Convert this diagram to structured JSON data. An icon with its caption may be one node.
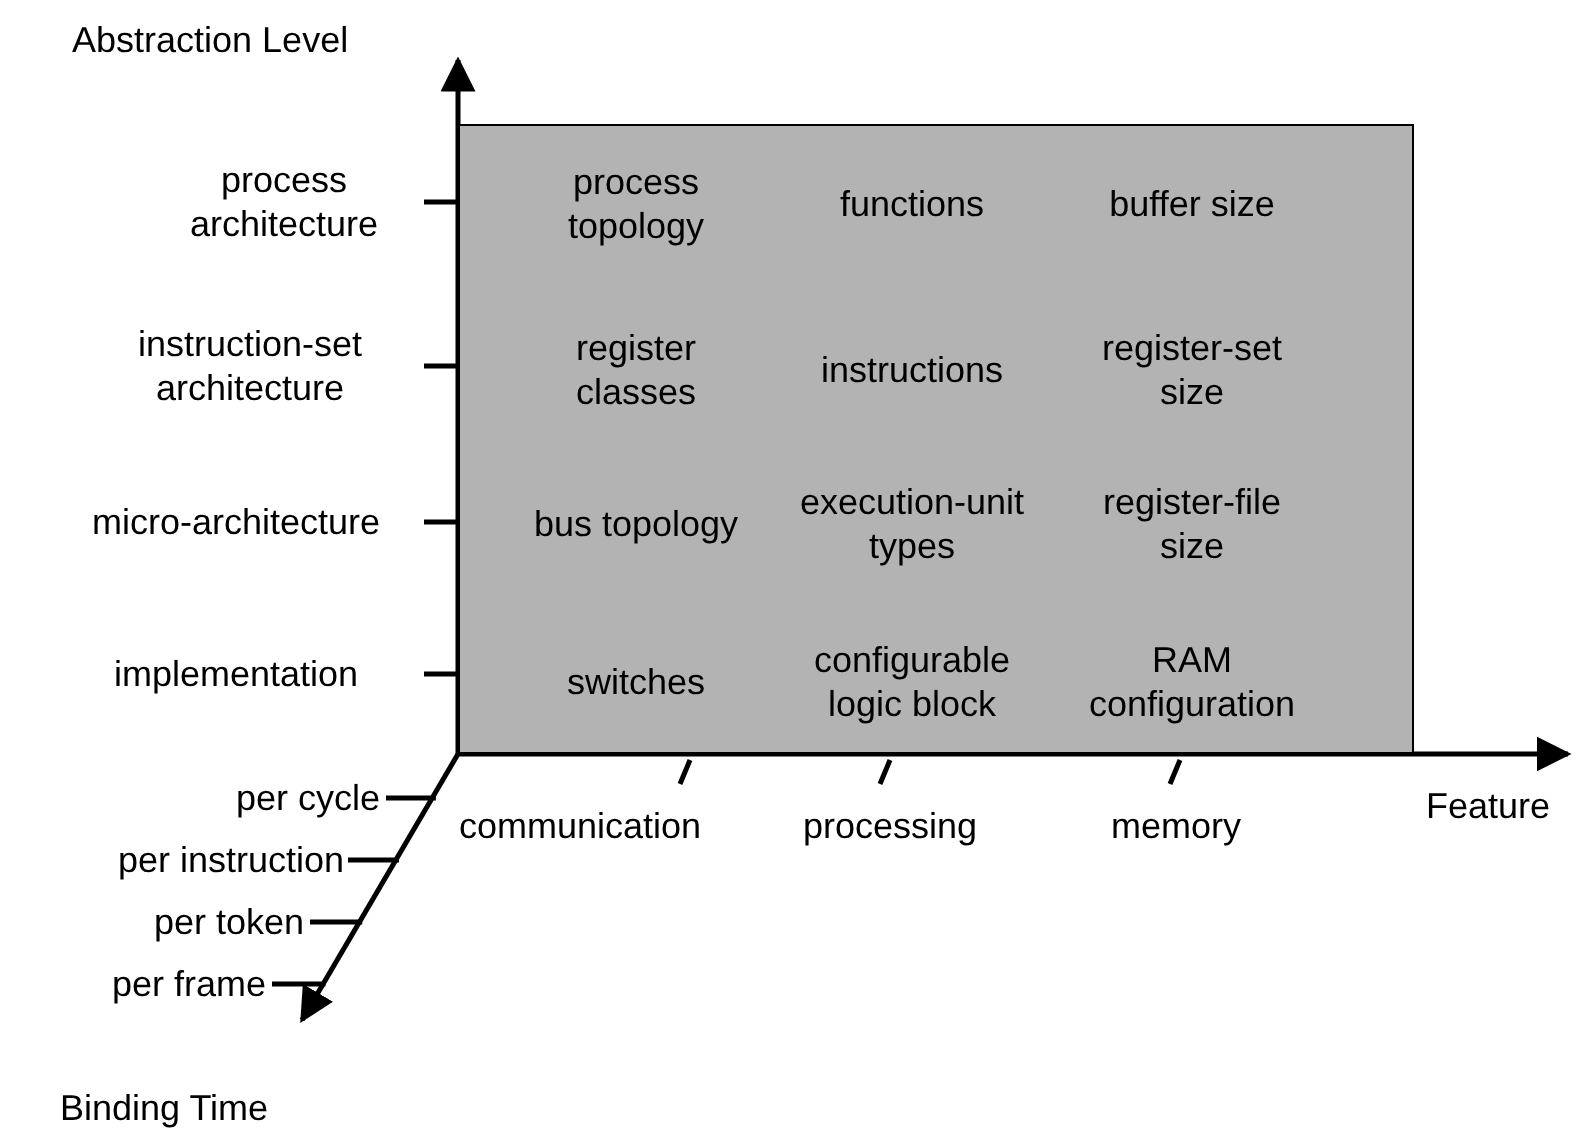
{
  "diagram": {
    "nodes": [
      {
        "text": [
          "process topology",
          "functions",
          "buffer size",
          "register classes",
          "instructions",
          "register-set size",
          "bus topology",
          "execution-unit types",
          "register-file size",
          "switches",
          "configurable logic block",
          "RAM configuration"
        ]
      }
    ],
    "edges": [],
    "labels": [
      "Abstraction Level",
      "process architecture",
      "instruction-set architecture",
      "micro-architecture",
      "implementation",
      "per cycle",
      "communication",
      "processing",
      "memory",
      "Feature",
      "per instruction",
      "per token",
      "per frame",
      "Binding Time"
    ]
  }
}
